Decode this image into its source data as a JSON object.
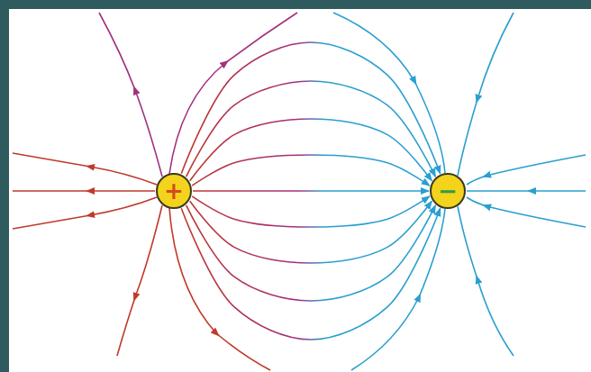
{
  "diagram": {
    "nodes": [
      {
        "text": [
          "+"
        ]
      },
      {
        "text": [
          "−"
        ]
      }
    ],
    "edges": [
      {
        "from": 0,
        "to": 1,
        "arrow": "to"
      },
      {
        "from": 0,
        "to": 1,
        "arrow": "to"
      },
      {
        "from": 0,
        "to": 1,
        "arrow": "to"
      },
      {
        "from": 0,
        "to": 1,
        "arrow": "to"
      },
      {
        "from": 0,
        "to": 1,
        "arrow": "to"
      },
      {
        "from": 0,
        "to": 1,
        "arrow": "to"
      },
      {
        "from": 0,
        "to": 1,
        "arrow": "to"
      },
      {
        "from": 0,
        "to": 1,
        "arrow": "to"
      },
      {
        "from": 0,
        "to": 1,
        "arrow": "to"
      }
    ]
  }
}
